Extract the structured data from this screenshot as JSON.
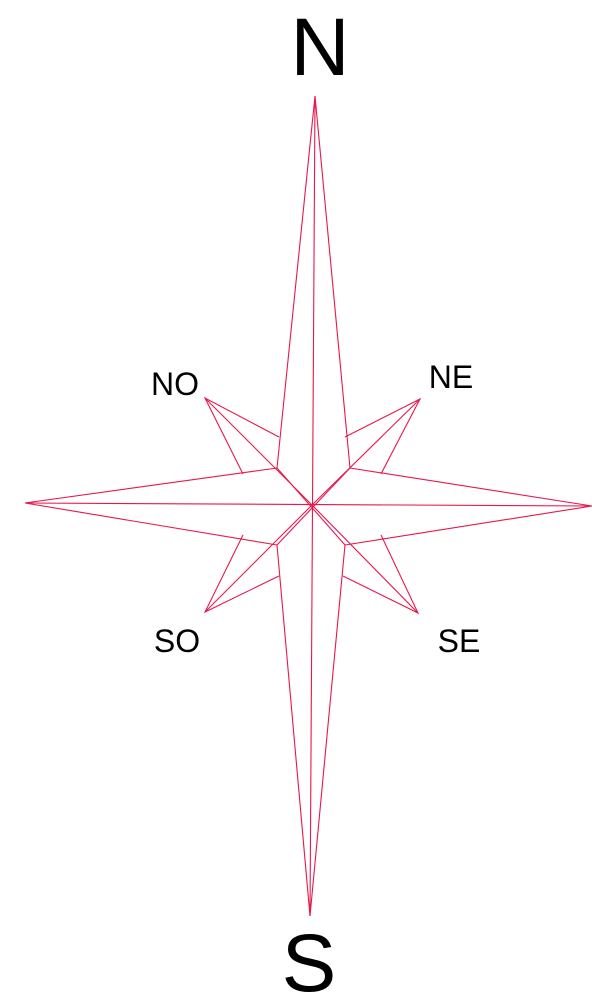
{
  "compass": {
    "labels": {
      "north": "N",
      "south": "S",
      "northwest": "NO",
      "northeast": "NE",
      "southwest": "SO",
      "southeast": "SE"
    },
    "colors": {
      "line": "#e8174c",
      "text": "#000000",
      "background": "#ffffff"
    }
  }
}
